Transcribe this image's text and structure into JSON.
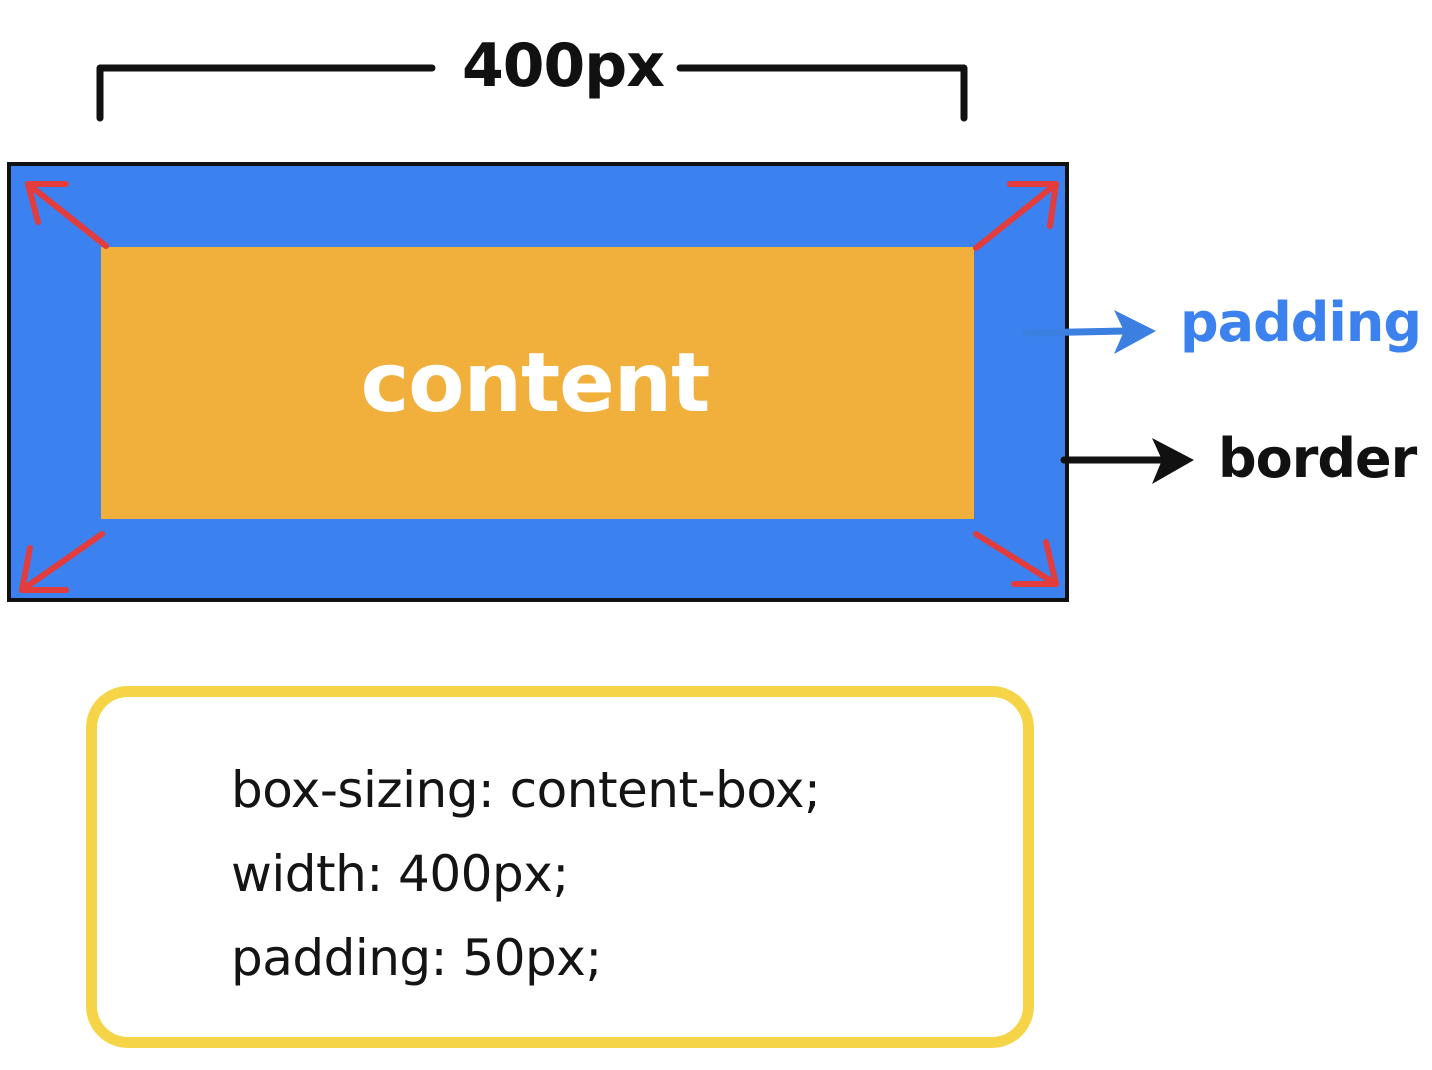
{
  "dimension_label": "400px",
  "box": {
    "content_label": "content",
    "padding_label": "padding",
    "border_label": "border"
  },
  "code": {
    "lines": [
      "box-sizing: content-box;",
      "width: 400px;",
      "padding: 50px;"
    ]
  },
  "colors": {
    "padding_fill": "#3b82f0",
    "content_fill": "#f1b03c",
    "border": "#111111",
    "resize_arrows": "#e23c3c",
    "padding_text": "#3b82ee",
    "code_box_outline": "#f5d547"
  }
}
